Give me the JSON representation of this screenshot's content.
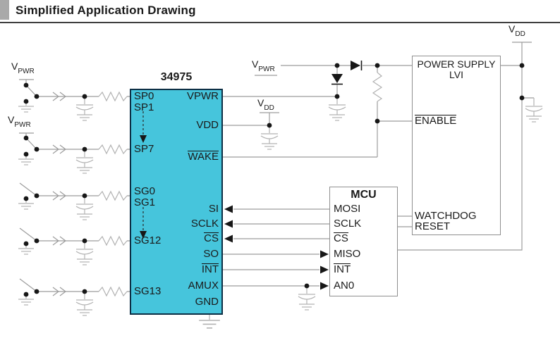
{
  "header": {
    "title": "Simplified Application Drawing"
  },
  "rails": {
    "vpwr": "V",
    "vpwr_sub": "PWR",
    "vdd": "V",
    "vdd_sub": "DD"
  },
  "chip": {
    "title": "34975",
    "pins": {
      "sp0": "SP0",
      "sp1": "SP1",
      "sp7": "SP7",
      "sg0": "SG0",
      "sg1": "SG1",
      "sg12": "SG12",
      "sg13": "SG13",
      "vpwr": "VPWR",
      "vdd": "VDD",
      "wake": "WAKE",
      "si": "SI",
      "sclk": "SCLK",
      "cs": "CS",
      "so": "SO",
      "int": "INT",
      "amux": "AMUX",
      "gnd": "GND"
    }
  },
  "mcu": {
    "title": "MCU",
    "pins": {
      "mosi": "MOSI",
      "sclk": "SCLK",
      "cs": "CS",
      "miso": "MISO",
      "int": "INT",
      "an0": "AN0"
    }
  },
  "power_supply": {
    "title_line1": "POWER SUPPLY",
    "title_line2": "LVI",
    "pins": {
      "enable": "ENABLE",
      "watchdog": "WATCHDOG",
      "reset": "RESET"
    }
  },
  "colors": {
    "chip-fill": "#46c5dc",
    "chip-border": "#0c2e44",
    "wire": "#9c9c9c",
    "symbol": "#b2b2b2",
    "box-border": "#8f8f8f",
    "text": "#1a1a1a",
    "accent-square": "#a9a9a9",
    "rule": "#3f3f3f"
  }
}
